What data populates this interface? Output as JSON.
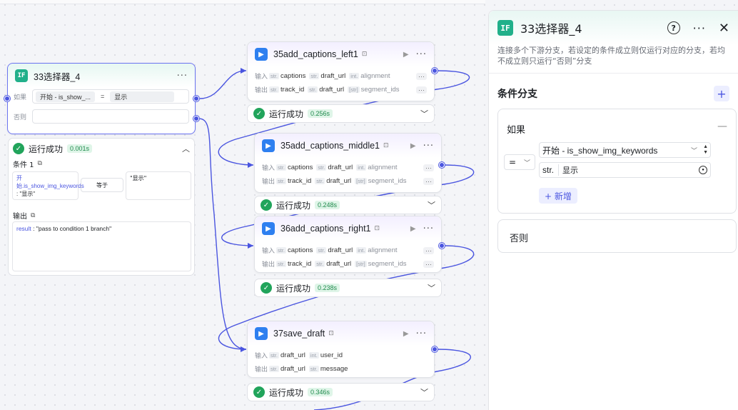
{
  "nodes": {
    "selector": {
      "title": "33选择器_4",
      "icon_label": "IF",
      "if_label": "如果",
      "else_label": "否则",
      "left_operand": "开始 - is_show_...",
      "operator": "=",
      "right_operand": "显示"
    },
    "left1": {
      "title": "35add_captions_left1",
      "in_label": "输入",
      "out_label": "输出",
      "inputs": [
        {
          "type": "str.",
          "name": "captions"
        },
        {
          "type": "str.",
          "name": "draft_url"
        },
        {
          "type": "int.",
          "name": "alignment"
        }
      ],
      "outputs": [
        {
          "type": "str.",
          "name": "track_id"
        },
        {
          "type": "str.",
          "name": "draft_url"
        },
        {
          "type": "[str]",
          "name": "segment_ids"
        }
      ],
      "status": "运行成功",
      "time": "0.256s"
    },
    "middle1": {
      "title": "35add_captions_middle1",
      "in_label": "输入",
      "out_label": "输出",
      "inputs": [
        {
          "type": "str.",
          "name": "captions"
        },
        {
          "type": "str.",
          "name": "draft_url"
        },
        {
          "type": "int.",
          "name": "alignment"
        }
      ],
      "outputs": [
        {
          "type": "str.",
          "name": "track_id"
        },
        {
          "type": "str.",
          "name": "draft_url"
        },
        {
          "type": "[str]",
          "name": "segment_ids"
        }
      ],
      "status": "运行成功",
      "time": "0.248s"
    },
    "right1": {
      "title": "36add_captions_right1",
      "in_label": "输入",
      "out_label": "输出",
      "inputs": [
        {
          "type": "str.",
          "name": "captions"
        },
        {
          "type": "str.",
          "name": "draft_url"
        },
        {
          "type": "int.",
          "name": "alignment"
        }
      ],
      "outputs": [
        {
          "type": "str.",
          "name": "track_id"
        },
        {
          "type": "str.",
          "name": "draft_url"
        },
        {
          "type": "[str]",
          "name": "segment_ids"
        }
      ],
      "status": "运行成功",
      "time": "0.238s"
    },
    "save": {
      "title": "37save_draft",
      "in_label": "输入",
      "out_label": "输出",
      "inputs": [
        {
          "type": "str.",
          "name": "draft_url"
        },
        {
          "type": "int.",
          "name": "user_id"
        }
      ],
      "outputs": [
        {
          "type": "str.",
          "name": "draft_url"
        },
        {
          "type": "str.",
          "name": "message"
        }
      ],
      "status": "运行成功",
      "time": "0.346s"
    }
  },
  "result": {
    "status": "运行成功",
    "time": "0.001s",
    "condition_title": "条件 1",
    "cond_left": "开始.is_show_img_keywords : \"显示\"",
    "cond_left_key": "开始.is_show_img_keywords",
    "cond_left_val": " : \"显示\"",
    "cond_op": "等于",
    "cond_right": "\"显示\"",
    "output_title": "输出",
    "output_key": "result",
    "output_val": " : \"pass to condition 1 branch\""
  },
  "panel": {
    "icon_label": "IF",
    "title": "33选择器_4",
    "help": "?",
    "description": "连接多个下游分支，若设定的条件成立则仅运行对应的分支，若均不成立则只运行“否则”分支",
    "section_title": "条件分支",
    "add": "+",
    "if_title": "如果",
    "collapse": "—",
    "operator": "=",
    "left_field": "开始 - is_show_img_keywords",
    "right_type": "str.",
    "right_value": "显示",
    "add_button": "+ 新增",
    "else_title": "否则"
  },
  "colors": {
    "accent": "#4a55e0",
    "success": "#21a45b",
    "if_green": "#21b08a",
    "plugin_blue": "#2e7ff0"
  }
}
